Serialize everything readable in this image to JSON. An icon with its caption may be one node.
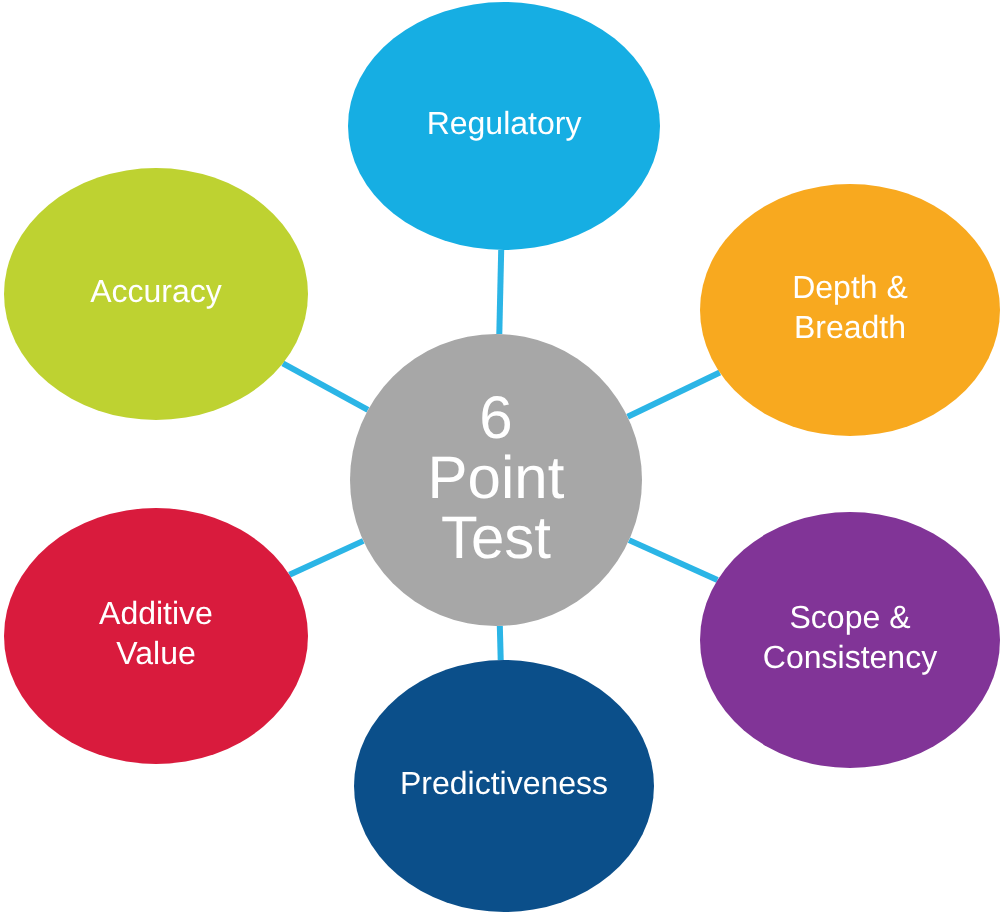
{
  "diagram": {
    "nodes": [
      {
        "text": [
          "6 Point Test"
        ]
      },
      {
        "text": [
          "Regulatory"
        ]
      },
      {
        "text": [
          "Depth & Breadth"
        ]
      },
      {
        "text": [
          "Scope & Consistency"
        ]
      },
      {
        "text": [
          "Predictiveness"
        ]
      },
      {
        "text": [
          "Additive Value"
        ]
      },
      {
        "text": [
          "Accuracy"
        ]
      }
    ],
    "edges": [
      {
        "from": 0,
        "to": 1,
        "arrow": "none"
      },
      {
        "from": 0,
        "to": 2,
        "arrow": "none"
      },
      {
        "from": 0,
        "to": 3,
        "arrow": "none"
      },
      {
        "from": 0,
        "to": 4,
        "arrow": "none"
      },
      {
        "from": 0,
        "to": 5,
        "arrow": "none"
      },
      {
        "from": 0,
        "to": 6,
        "arrow": "none"
      }
    ]
  }
}
